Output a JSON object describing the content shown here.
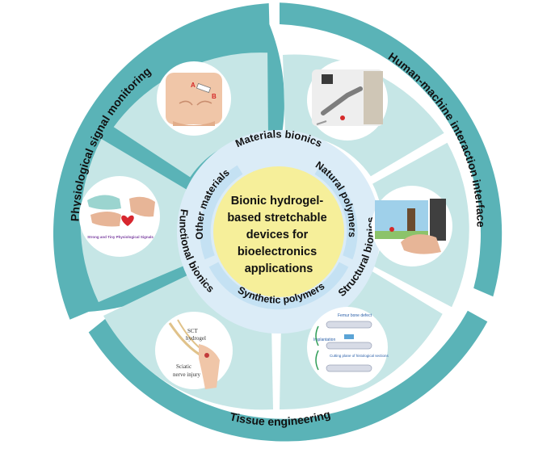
{
  "center": {
    "lines": [
      "Bionic hydrogel-",
      "based stretchable",
      "devices for",
      "bioelectronics",
      "applications"
    ],
    "fill": "#f6ef9a"
  },
  "middle_ring": {
    "labels": {
      "top": "Materials bionics",
      "left": "Functional bionics",
      "right": "Structural bionics"
    },
    "fill": "#dbecf7"
  },
  "inner_ring": {
    "labels": {
      "upper_left": "Other materials",
      "upper_right": "Natural polymers",
      "bottom": "Synthetic polymers"
    },
    "fill": "#c4e1f3"
  },
  "outer_ring": {
    "labels": {
      "left": "Physiological signal monitoring",
      "right": "Human-machine interaction interface",
      "bottom": "Tissue engineering"
    },
    "color": "#5ab3b7"
  },
  "sector_fill": "#c6e6e6",
  "panels": [
    {
      "id": "chest",
      "labels": [
        "A",
        "B"
      ]
    },
    {
      "id": "robot-hand"
    },
    {
      "id": "game-screen"
    },
    {
      "id": "bone-implant",
      "labels": [
        "Femur bone defect",
        "Implantation",
        "Cutting plane of histological sections"
      ]
    },
    {
      "id": "nerve",
      "labels": [
        "SCT",
        "hydrogel",
        "Sciatic",
        "nerve injury"
      ]
    },
    {
      "id": "hand-signals",
      "labels": [
        "Strong and Tiny Physiological Signals"
      ]
    }
  ]
}
